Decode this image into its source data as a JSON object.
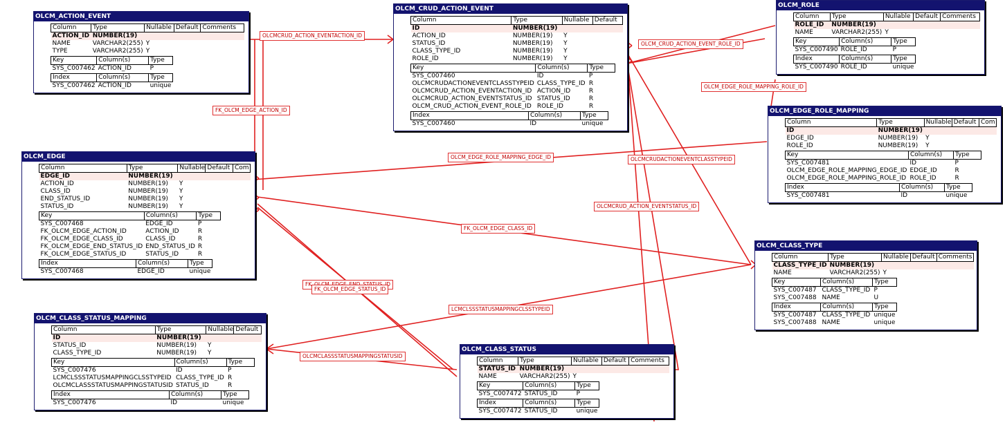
{
  "colors": {
    "title_bg": "#13136f",
    "link": "#e02020",
    "pk_row": "#fce9e6"
  },
  "tables": [
    {
      "id": "t_action_event",
      "name": "OLCM_ACTION_EVENT",
      "columns_header": [
        "Column",
        "Type",
        "Nullable",
        "Default",
        "Comments"
      ],
      "columns": [
        {
          "icon": "pk",
          "name": "ACTION_ID",
          "type": "NUMBER(19)",
          "nullable": "",
          "pk": true
        },
        {
          "icon": "col",
          "name": "NAME",
          "type": "VARCHAR2(255)",
          "nullable": "Y"
        },
        {
          "icon": "col",
          "name": "TYPE",
          "type": "VARCHAR2(255)",
          "nullable": "Y"
        }
      ],
      "keys_header": [
        "Key",
        "Column(s)",
        "Type"
      ],
      "keys": [
        {
          "name": "SYS_C007462",
          "cols": "ACTION_ID",
          "type": "P"
        }
      ],
      "index_header": [
        "Index",
        "Column(s)",
        "Type"
      ],
      "indexes": [
        {
          "name": "SYS_C007462",
          "cols": "ACTION_ID",
          "type": "unique"
        }
      ]
    },
    {
      "id": "t_crud",
      "name": "OLCM_CRUD_ACTION_EVENT",
      "columns_header": [
        "Column",
        "Type",
        "Nullable",
        "Default"
      ],
      "columns": [
        {
          "icon": "pk",
          "name": "ID",
          "type": "NUMBER(19)",
          "nullable": "",
          "pk": true
        },
        {
          "icon": "pk",
          "name": "ACTION_ID",
          "type": "NUMBER(19)",
          "nullable": "Y"
        },
        {
          "icon": "pk",
          "name": "STATUS_ID",
          "type": "NUMBER(19)",
          "nullable": "Y"
        },
        {
          "icon": "pk",
          "name": "CLASS_TYPE_ID",
          "type": "NUMBER(19)",
          "nullable": "Y"
        },
        {
          "icon": "pk",
          "name": "ROLE_ID",
          "type": "NUMBER(19)",
          "nullable": "Y"
        }
      ],
      "keys_header": [
        "Key",
        "Column(s)",
        "Type"
      ],
      "keys": [
        {
          "name": "SYS_C007460",
          "cols": "ID",
          "type": "P"
        },
        {
          "name": "OLCMCRUDACTIONEVENTCLASSTYPEID",
          "cols": "CLASS_TYPE_ID",
          "type": "R"
        },
        {
          "name": "OLCMCRUD_ACTION_EVENTACTION_ID",
          "cols": "ACTION_ID",
          "type": "R"
        },
        {
          "name": "OLCMCRUD_ACTION_EVENTSTATUS_ID",
          "cols": "STATUS_ID",
          "type": "R"
        },
        {
          "name": "OLCM_CRUD_ACTION_EVENT_ROLE_ID",
          "cols": "ROLE_ID",
          "type": "R"
        }
      ],
      "index_header": [
        "Index",
        "Column(s)",
        "Type"
      ],
      "indexes": [
        {
          "name": "SYS_C007460",
          "cols": "ID",
          "type": "unique"
        }
      ]
    },
    {
      "id": "t_role",
      "name": "OLCM_ROLE",
      "columns_header": [
        "Column",
        "Type",
        "Nullable",
        "Default",
        "Comments"
      ],
      "columns": [
        {
          "icon": "pk",
          "name": "ROLE_ID",
          "type": "NUMBER(19)",
          "nullable": "",
          "pk": true
        },
        {
          "icon": "col",
          "name": "NAME",
          "type": "VARCHAR2(255)",
          "nullable": "Y"
        }
      ],
      "keys_header": [
        "Key",
        "Column(s)",
        "Type"
      ],
      "keys": [
        {
          "name": "SYS_C007490",
          "cols": "ROLE_ID",
          "type": "P"
        }
      ],
      "index_header": [
        "Index",
        "Column(s)",
        "Type"
      ],
      "indexes": [
        {
          "name": "SYS_C007490",
          "cols": "ROLE_ID",
          "type": "unique"
        }
      ]
    },
    {
      "id": "t_edge_role",
      "name": "OLCM_EDGE_ROLE_MAPPING",
      "columns_header": [
        "Column",
        "Type",
        "Nullable",
        "Default",
        "Com"
      ],
      "columns": [
        {
          "icon": "pk",
          "name": "ID",
          "type": "NUMBER(19)",
          "nullable": "",
          "pk": true
        },
        {
          "icon": "pk",
          "name": "EDGE_ID",
          "type": "NUMBER(19)",
          "nullable": "Y"
        },
        {
          "icon": "pk",
          "name": "ROLE_ID",
          "type": "NUMBER(19)",
          "nullable": "Y"
        }
      ],
      "keys_header": [
        "Key",
        "Column(s)",
        "Type"
      ],
      "keys": [
        {
          "name": "SYS_C007481",
          "cols": "ID",
          "type": "P"
        },
        {
          "name": "OLCM_EDGE_ROLE_MAPPING_EDGE_ID",
          "cols": "EDGE_ID",
          "type": "R"
        },
        {
          "name": "OLCM_EDGE_ROLE_MAPPING_ROLE_ID",
          "cols": "ROLE_ID",
          "type": "R"
        }
      ],
      "index_header": [
        "Index",
        "Column(s)",
        "Type"
      ],
      "indexes": [
        {
          "name": "SYS_C007481",
          "cols": "ID",
          "type": "unique"
        }
      ]
    },
    {
      "id": "t_edge",
      "name": "OLCM_EDGE",
      "columns_header": [
        "Column",
        "Type",
        "Nullable",
        "Default",
        "Com"
      ],
      "columns": [
        {
          "icon": "pk",
          "name": "EDGE_ID",
          "type": "NUMBER(19)",
          "nullable": "",
          "pk": true
        },
        {
          "icon": "pk",
          "name": "ACTION_ID",
          "type": "NUMBER(19)",
          "nullable": "Y"
        },
        {
          "icon": "pk",
          "name": "CLASS_ID",
          "type": "NUMBER(19)",
          "nullable": "Y"
        },
        {
          "icon": "pk",
          "name": "END_STATUS_ID",
          "type": "NUMBER(19)",
          "nullable": "Y"
        },
        {
          "icon": "pk",
          "name": "STATUS_ID",
          "type": "NUMBER(19)",
          "nullable": "Y"
        }
      ],
      "keys_header": [
        "Key",
        "Column(s)",
        "Type"
      ],
      "keys": [
        {
          "name": "SYS_C007468",
          "cols": "EDGE_ID",
          "type": "P"
        },
        {
          "name": "FK_OLCM_EDGE_ACTION_ID",
          "cols": "ACTION_ID",
          "type": "R"
        },
        {
          "name": "FK_OLCM_EDGE_CLASS_ID",
          "cols": "CLASS_ID",
          "type": "R"
        },
        {
          "name": "FK_OLCM_EDGE_END_STATUS_ID",
          "cols": "END_STATUS_ID",
          "type": "R"
        },
        {
          "name": "FK_OLCM_EDGE_STATUS_ID",
          "cols": "STATUS_ID",
          "type": "R"
        }
      ],
      "index_header": [
        "Index",
        "Column(s)",
        "Type"
      ],
      "indexes": [
        {
          "name": "SYS_C007468",
          "cols": "EDGE_ID",
          "type": "unique"
        }
      ]
    },
    {
      "id": "t_class_type",
      "name": "OLCM_CLASS_TYPE",
      "columns_header": [
        "Column",
        "Type",
        "Nullable",
        "Default",
        "Comments"
      ],
      "columns": [
        {
          "icon": "pk",
          "name": "CLASS_TYPE_ID",
          "type": "NUMBER(19)",
          "nullable": "",
          "pk": true
        },
        {
          "icon": "col",
          "name": "NAME",
          "type": "VARCHAR2(255)",
          "nullable": "Y"
        }
      ],
      "keys_header": [
        "Key",
        "Column(s)",
        "Type"
      ],
      "keys": [
        {
          "name": "SYS_C007487",
          "cols": "CLASS_TYPE_ID",
          "type": "P"
        },
        {
          "name": "SYS_C007488",
          "cols": "NAME",
          "type": "U"
        }
      ],
      "index_header": [
        "Index",
        "Column(s)",
        "Type"
      ],
      "indexes": [
        {
          "name": "SYS_C007487",
          "cols": "CLASS_TYPE_ID",
          "type": "unique"
        },
        {
          "name": "SYS_C007488",
          "cols": "NAME",
          "type": "unique"
        }
      ]
    },
    {
      "id": "t_csm",
      "name": "OLCM_CLASS_STATUS_MAPPING",
      "columns_header": [
        "Column",
        "Type",
        "Nullable",
        "Default"
      ],
      "columns": [
        {
          "icon": "pk",
          "name": "ID",
          "type": "NUMBER(19)",
          "nullable": "",
          "pk": true
        },
        {
          "icon": "pk",
          "name": "STATUS_ID",
          "type": "NUMBER(19)",
          "nullable": "Y"
        },
        {
          "icon": "pk",
          "name": "CLASS_TYPE_ID",
          "type": "NUMBER(19)",
          "nullable": "Y"
        }
      ],
      "keys_header": [
        "Key",
        "Column(s)",
        "Type"
      ],
      "keys": [
        {
          "name": "SYS_C007476",
          "cols": "ID",
          "type": "P"
        },
        {
          "name": "LCMCLSSSTATUSMAPPINGCLSSTYPEID",
          "cols": "CLASS_TYPE_ID",
          "type": "R"
        },
        {
          "name": "OLCMCLASSSTATUSMAPPINGSTATUSID",
          "cols": "STATUS_ID",
          "type": "R"
        }
      ],
      "index_header": [
        "Index",
        "Column(s)",
        "Type"
      ],
      "indexes": [
        {
          "name": "SYS_C007476",
          "cols": "ID",
          "type": "unique"
        }
      ]
    },
    {
      "id": "t_class_status",
      "name": "OLCM_CLASS_STATUS",
      "columns_header": [
        "Column",
        "Type",
        "Nullable",
        "Default",
        "Comments"
      ],
      "columns": [
        {
          "icon": "pk",
          "name": "STATUS_ID",
          "type": "NUMBER(19)",
          "nullable": "",
          "pk": true
        },
        {
          "icon": "col",
          "name": "NAME",
          "type": "VARCHAR2(255)",
          "nullable": "Y"
        }
      ],
      "keys_header": [
        "Key",
        "Column(s)",
        "Type"
      ],
      "keys": [
        {
          "name": "SYS_C007472",
          "cols": "STATUS_ID",
          "type": "P"
        }
      ],
      "index_header": [
        "Index",
        "Column(s)",
        "Type"
      ],
      "indexes": [
        {
          "name": "SYS_C007472",
          "cols": "STATUS_ID",
          "type": "unique"
        }
      ]
    }
  ],
  "relationship_labels": [
    "OLCMCRUD_ACTION_EVENTACTION_ID",
    "FK_OLCM_EDGE_ACTION_ID",
    "OLCM_CRUD_ACTION_EVENT_ROLE_ID",
    "OLCM_EDGE_ROLE_MAPPING_ROLE_ID",
    "OLCM_EDGE_ROLE_MAPPING_EDGE_ID",
    "OLCMCRUDACTIONEVENTCLASSTYPEID",
    "OLCMCRUD_ACTION_EVENTSTATUS_ID",
    "FK_OLCM_EDGE_CLASS_ID",
    "FK_OLCM_EDGE_END_STATUS_ID",
    "FK_OLCM_EDGE_STATUS_ID",
    "LCMCLSSSTATUSMAPPINGCLSSTYPEID",
    "OLCMCLASSSTATUSMAPPINGSTATUSID"
  ]
}
